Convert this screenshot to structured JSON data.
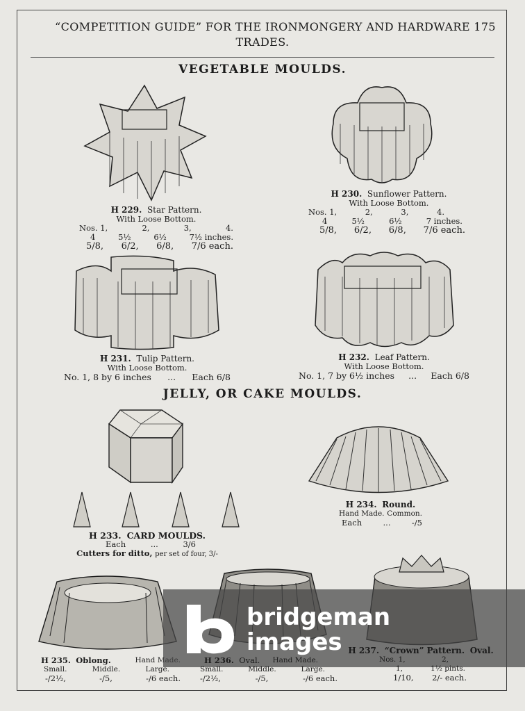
{
  "header": {
    "title_line1": "“COMPETITION GUIDE” FOR THE IRONMONGERY AND HARDWARE",
    "title_line2": "TRADES.",
    "page_number": "175"
  },
  "section_vegetable": "VEGETABLE MOULDS.",
  "section_jelly": "JELLY, OR CAKE MOULDS.",
  "h229": {
    "code": "H 229.",
    "name": "Star Pattern.",
    "note": "With Loose Bottom.",
    "nos": [
      "Nos. 1,",
      "2,",
      "3,",
      "4."
    ],
    "sizes": [
      "4",
      "5½",
      "6½",
      "7½ inches."
    ],
    "prices": [
      "5/8,",
      "6/2,",
      "6/8,",
      "7/6 each."
    ]
  },
  "h230": {
    "code": "H 230.",
    "name": "Sunflower Pattern.",
    "note": "With Loose Bottom.",
    "nos": [
      "Nos. 1,",
      "2,",
      "3,",
      "4."
    ],
    "sizes": [
      "4",
      "5½",
      "6½",
      "7 inches."
    ],
    "prices": [
      "5/8,",
      "6/2,",
      "6/8,",
      "7/6 each."
    ]
  },
  "h231": {
    "code": "H 231.",
    "name": "Tulip Pattern.",
    "note": "With Loose Bottom.",
    "line": "No. 1, 8 by 6 inches",
    "dots": "...",
    "price": "Each 6/8"
  },
  "h232": {
    "code": "H 232.",
    "name": "Leaf Pattern.",
    "note": "With Loose Bottom.",
    "line": "No. 1, 7 by 6½ inches",
    "dots": "...",
    "price": "Each 6/8"
  },
  "h233": {
    "code": "H 233.",
    "name": "CARD MOULDS.",
    "each": "Each",
    "dots": "...",
    "price": "3/6",
    "cutters": "Cutters for ditto,",
    "cutters_price": "per set of four, 3/-"
  },
  "h234": {
    "code": "H 234.",
    "name": "Round.",
    "made": "Hand Made.",
    "common": "Common.",
    "each": "Each",
    "dots": "...",
    "price": "-/5"
  },
  "h235": {
    "code": "H 235.",
    "name": "Oblong.",
    "made": "Hand Made.",
    "sizes": [
      "Small.",
      "Middle.",
      "Large."
    ],
    "prices": [
      "-/2½,",
      "-/5,",
      "-/6 each."
    ]
  },
  "h236": {
    "code": "H 236.",
    "name": "Oval.",
    "made": "Hand Made.",
    "sizes": [
      "Small.",
      "Middle.",
      "Large."
    ],
    "prices": [
      "-/2½,",
      "-/5,",
      "-/6 each."
    ]
  },
  "h237": {
    "code": "H 237.",
    "name": "“Crown” Pattern.",
    "shape": "Oval.",
    "nos": [
      "Nos. 1,",
      "2,"
    ],
    "sizes": [
      "1,",
      "1½ pints."
    ],
    "prices": [
      "1/10,",
      "2/- each."
    ]
  },
  "watermark": {
    "line1": "bridgeman",
    "line2": "images"
  }
}
